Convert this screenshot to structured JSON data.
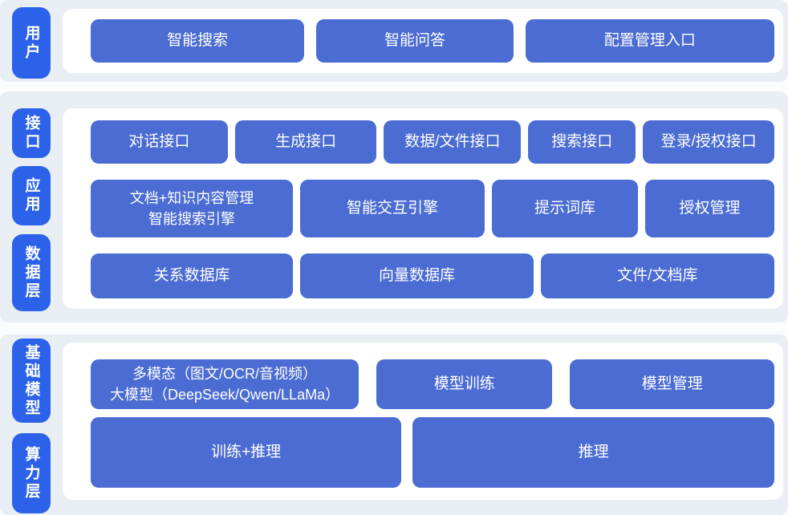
{
  "colors": {
    "pill": "#2b62e9",
    "button": "#4b6cd2",
    "band": "#e9eef5",
    "panel": "#ffffff",
    "button_text": "#ffffff"
  },
  "user_layer": {
    "label": "用户",
    "smart_search": "智能搜索",
    "smart_qa": "智能问答",
    "config_entry": "配置管理入口"
  },
  "interface_layer": {
    "label": "接口",
    "dialog_api": "对话接口",
    "generate_api": "生成接口",
    "data_file_api": "数据/文件接口",
    "search_api": "搜索接口",
    "login_auth_api": "登录/授权接口"
  },
  "application_layer": {
    "label": "应用",
    "doc_knowledge_engine": "文档+知识内容管理\n智能搜索引擎",
    "interactive_engine": "智能交互引擎",
    "prompt_library": "提示词库",
    "auth_management": "授权管理"
  },
  "data_layer": {
    "label": "数据层",
    "relational_db": "关系数据库",
    "vector_db": "向量数据库",
    "file_doc_store": "文件/文档库"
  },
  "foundation_model_layer": {
    "label": "基础模型",
    "multimodal_llm": "多模态（图文/OCR/音视频）\n大模型（DeepSeek/Qwen/LLaMa）",
    "model_training": "模型训练",
    "model_management": "模型管理"
  },
  "compute_layer": {
    "label": "算力层",
    "training_inference": "训练+推理",
    "inference": "推理"
  }
}
